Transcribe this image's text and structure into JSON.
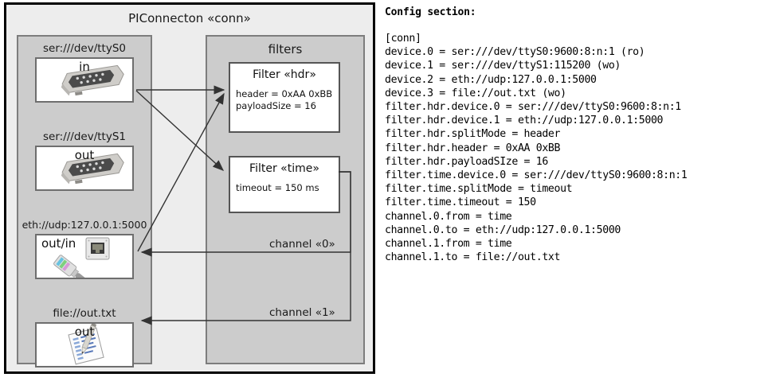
{
  "diagram": {
    "component_title": "PIConnecton «conn»",
    "filters_title": "filters",
    "devices": [
      {
        "label": "ser:///dev/ttyS0",
        "io": "in",
        "icon": "serial-db9-icon"
      },
      {
        "label": "ser:///dev/ttyS1",
        "io": "out",
        "icon": "serial-db9-icon"
      },
      {
        "label": "eth://udp:127.0.0.1:5000",
        "io": "out/in",
        "icon": "ethernet-jack-icon"
      },
      {
        "label": "file://out.txt",
        "io": "out",
        "icon": "text-file-pencil-icon"
      }
    ],
    "filters": [
      {
        "title": "Filter «hdr»",
        "attrs": [
          "header = 0xAA 0xBB",
          "payloadSize = 16"
        ]
      },
      {
        "title": "Filter «time»",
        "attrs": [
          "timeout = 150 ms"
        ]
      }
    ],
    "channels": [
      {
        "label": "channel «0»"
      },
      {
        "label": "channel «1»"
      }
    ]
  },
  "config": {
    "heading": "Config section:",
    "lines": [
      "[conn]",
      "device.0 = ser:///dev/ttyS0:9600:8:n:1 (ro)",
      "device.1 = ser:///dev/ttyS1:115200 (wo)",
      "device.2 = eth://udp:127.0.0.1:5000",
      "device.3 = file://out.txt (wo)",
      "filter.hdr.device.0 = ser:///dev/ttyS0:9600:8:n:1",
      "filter.hdr.device.1 = eth://udp:127.0.0.1:5000",
      "filter.hdr.splitMode = header",
      "filter.hdr.header = 0xAA 0xBB",
      "filter.hdr.payloadSIze = 16",
      "filter.time.device.0 = ser:///dev/ttyS0:9600:8:n:1",
      "filter.time.splitMode = timeout",
      "filter.time.timeout = 150",
      "channel.0.from = time",
      "channel.0.to = eth://udp:127.0.0.1:5000",
      "channel.1.from = time",
      "channel.1.to = file://out.txt"
    ]
  },
  "colors": {
    "frame": "#000000",
    "component_bg": "#ededed",
    "panel_bg": "#cccccc",
    "panel_border": "#7d7d7d",
    "box_bg": "#ffffff",
    "wire": "#333333"
  }
}
